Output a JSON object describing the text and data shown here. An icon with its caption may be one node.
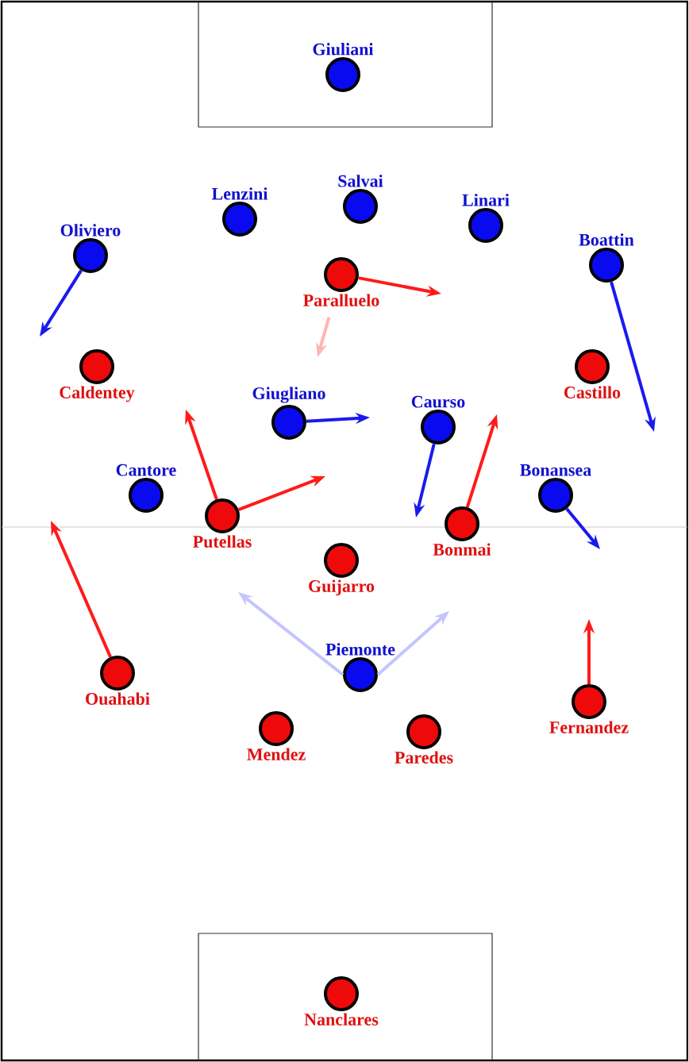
{
  "diagram": {
    "nodes": [
      {
        "text": [
          "Giuliani"
        ]
      },
      {
        "text": [
          "Lenzini"
        ]
      },
      {
        "text": [
          "Salvai"
        ]
      },
      {
        "text": [
          "Linari"
        ]
      },
      {
        "text": [
          "Oliviero"
        ]
      },
      {
        "text": [
          "Boattin"
        ]
      },
      {
        "text": [
          "Paralluelo"
        ]
      },
      {
        "text": [
          "Caldentey"
        ]
      },
      {
        "text": [
          "Castillo"
        ]
      },
      {
        "text": [
          "Giugliano"
        ]
      },
      {
        "text": [
          "Caurso"
        ]
      },
      {
        "text": [
          "Cantore"
        ]
      },
      {
        "text": [
          "Bonansea"
        ]
      },
      {
        "text": [
          "Putellas"
        ]
      },
      {
        "text": [
          "Bonmai"
        ]
      },
      {
        "text": [
          "Guijarro"
        ]
      },
      {
        "text": [
          "Piemonte"
        ]
      },
      {
        "text": [
          "Ouahabi"
        ]
      },
      {
        "text": [
          "Fernandez"
        ]
      },
      {
        "text": [
          "Mendez"
        ]
      },
      {
        "text": [
          "Paredes"
        ]
      },
      {
        "text": [
          "Nanclares"
        ]
      }
    ],
    "edges": [
      {
        "from": 4,
        "to": null,
        "arrow": "to",
        "color": "#1a1aee"
      },
      {
        "from": 5,
        "to": null,
        "arrow": "to",
        "color": "#1a1aee"
      },
      {
        "from": 6,
        "to": null,
        "arrow": "to",
        "color": "#ff1a1a"
      },
      {
        "from": 6,
        "to": null,
        "arrow": "to",
        "color": "#ffb4b4"
      },
      {
        "from": 9,
        "to": null,
        "arrow": "to",
        "color": "#1a1aee"
      },
      {
        "from": 10,
        "to": null,
        "arrow": "to",
        "color": "#1a1aee"
      },
      {
        "from": 12,
        "to": null,
        "arrow": "to",
        "color": "#1a1aee"
      },
      {
        "from": 13,
        "to": null,
        "arrow": "to",
        "color": "#ff1a1a"
      },
      {
        "from": 13,
        "to": null,
        "arrow": "to",
        "color": "#ff1a1a"
      },
      {
        "from": 14,
        "to": null,
        "arrow": "to",
        "color": "#ff1a1a"
      },
      {
        "from": 17,
        "to": null,
        "arrow": "to",
        "color": "#ff1a1a"
      },
      {
        "from": 18,
        "to": null,
        "arrow": "to",
        "color": "#ff1a1a"
      },
      {
        "from": 16,
        "to": null,
        "arrow": "to",
        "color": "#c4c4ff"
      },
      {
        "from": 16,
        "to": null,
        "arrow": "to",
        "color": "#c4c4ff"
      }
    ]
  }
}
